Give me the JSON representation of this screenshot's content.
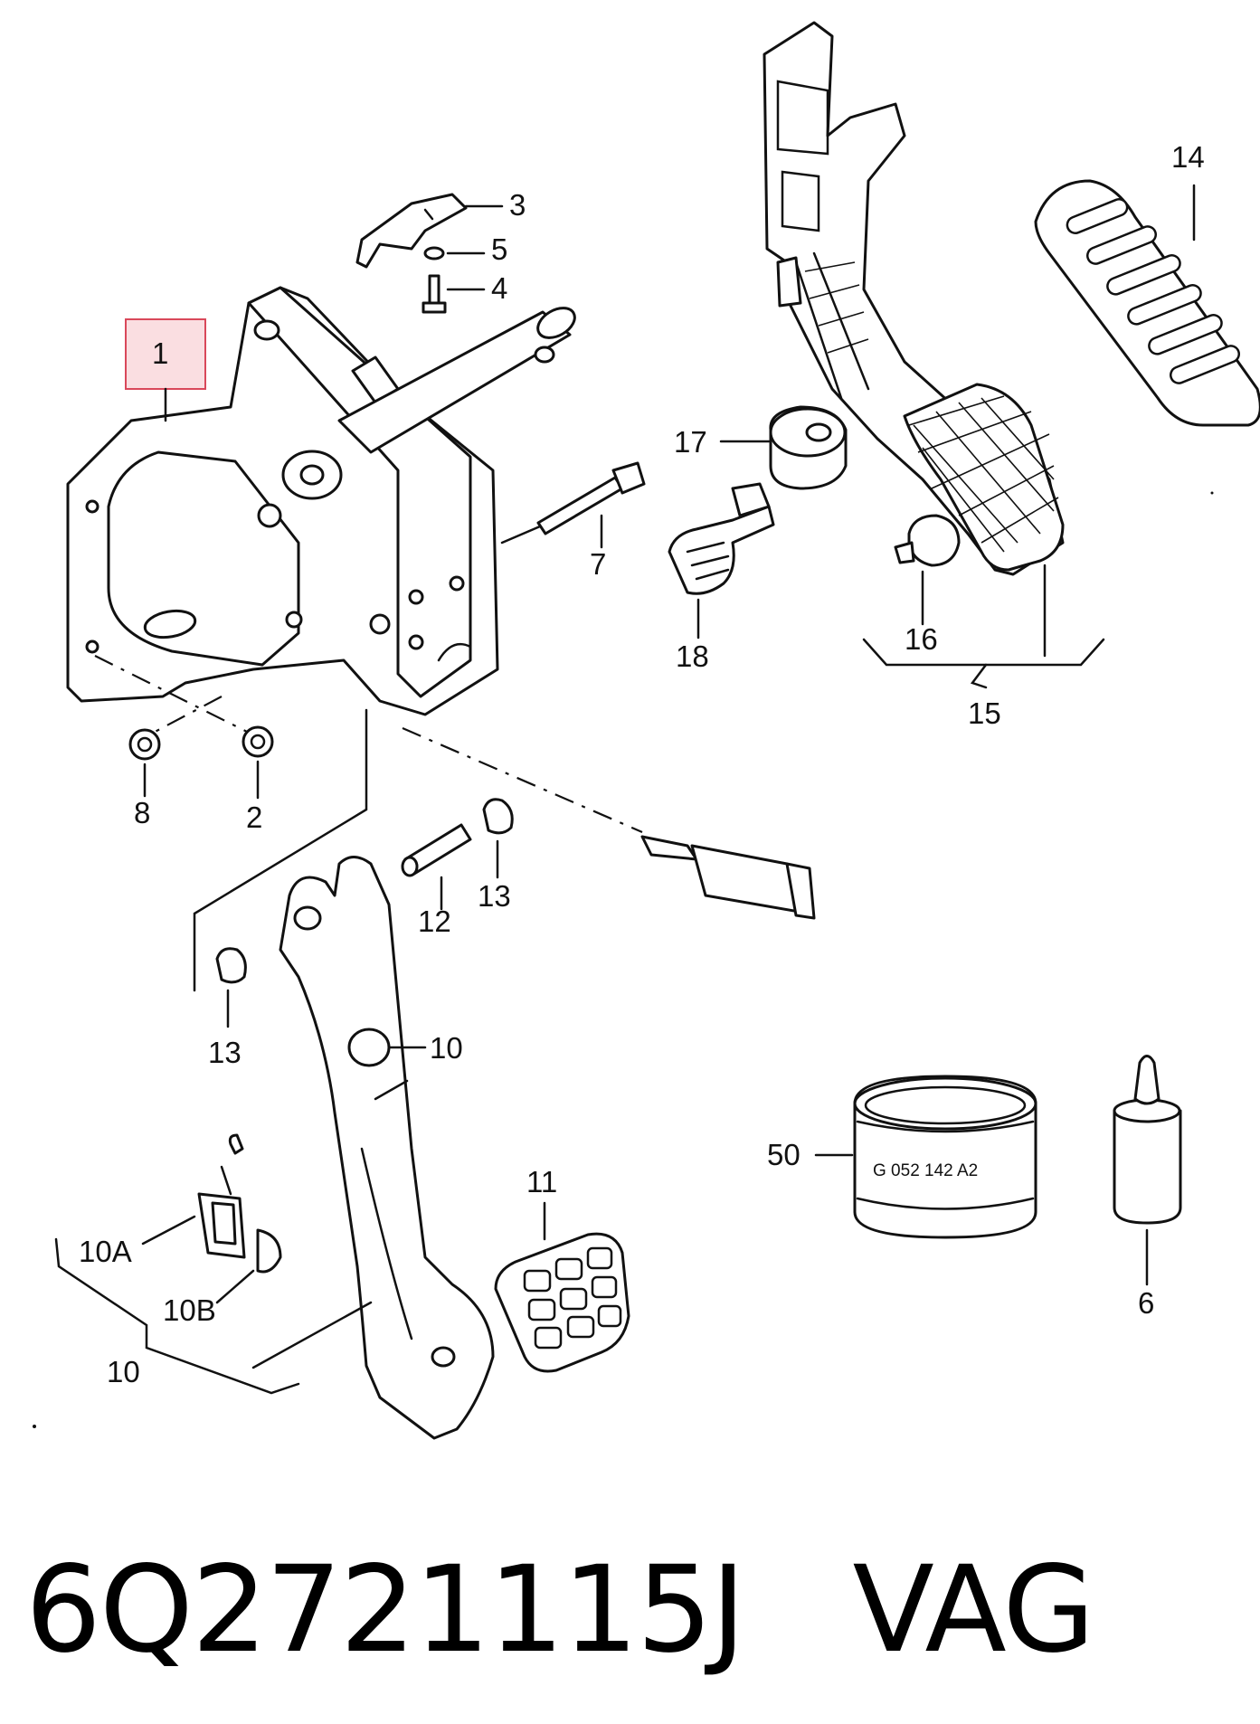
{
  "parts": {
    "p1": "1",
    "p2": "2",
    "p3": "3",
    "p4": "4",
    "p5": "5",
    "p6": "6",
    "p7": "7",
    "p8": "8",
    "p10": "10",
    "p10a": "10A",
    "p10b": "10B",
    "p10_group": "10",
    "p11": "11",
    "p12": "12",
    "p13_right": "13",
    "p13_left": "13",
    "p14": "14",
    "p15": "15",
    "p16": "16",
    "p17": "17",
    "p18": "18",
    "p50": "50"
  },
  "grease_can_label": "G 052 142 A2",
  "caption": {
    "part_number": "6Q2721115J",
    "brand": "VAG"
  },
  "highlight": {
    "part": "1",
    "color": "#d9485a"
  }
}
